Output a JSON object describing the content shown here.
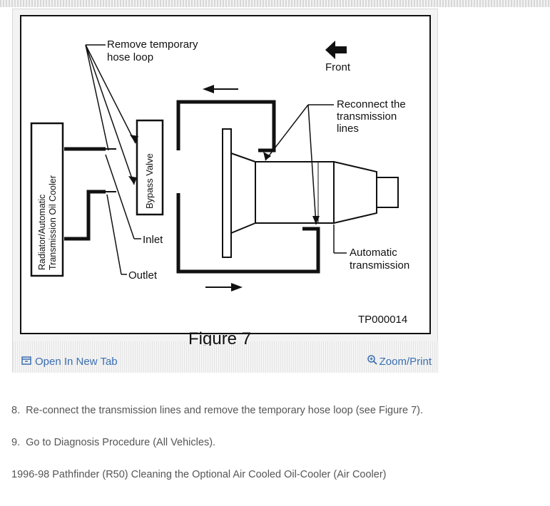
{
  "figure": {
    "callout_remove": [
      "Remove temporary",
      "hose loop"
    ],
    "front_label": "Front",
    "callout_reconnect": [
      "Reconnect the",
      "transmission",
      "lines"
    ],
    "cooler_label": [
      "Radiator/Automatic",
      "Transmission Oil Cooler"
    ],
    "bypass_label": "Bypass Valve",
    "inlet_label": "Inlet",
    "outlet_label": "Outlet",
    "trans_label": [
      "Automatic",
      "transmission"
    ],
    "code": "TP000014",
    "caption": "Figure 7"
  },
  "actions": {
    "open_new_tab": "Open In New Tab",
    "zoom_print": "Zoom/Print"
  },
  "steps": [
    {
      "num": "8.",
      "text": "Re-connect the transmission lines and remove the temporary hose loop (see Figure 7)."
    },
    {
      "num": "9.",
      "text": "Go to Diagnosis Procedure (All Vehicles)."
    }
  ],
  "section_title": "1996-98 Pathfinder (R50) Cleaning the Optional Air Cooled Oil-Cooler (Air Cooler)",
  "colors": {
    "link": "#3b6fb1",
    "body_text": "#555555",
    "panel_bg": "#f3f3f3"
  }
}
